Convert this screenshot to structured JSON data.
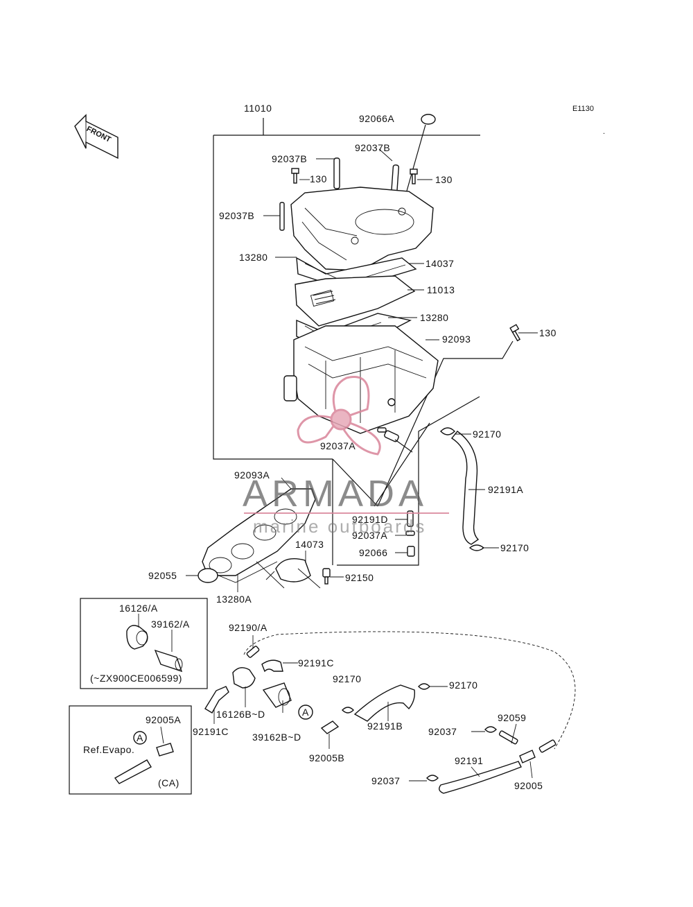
{
  "diagram_code": "E1130",
  "front_arrow_label": "FRONT",
  "watermark": {
    "brand": "ARMADA",
    "tagline": "marine outboards",
    "color": "#d9849a"
  },
  "part_labels": {
    "p11010": "11010",
    "p92066A": "92066A",
    "p92037B_top": "92037B",
    "p92037B_left": "92037B",
    "p92037B_mid": "92037B",
    "p130_a": "130",
    "p130_b": "130",
    "p130_c": "130",
    "p13280_a": "13280",
    "p14037": "14037",
    "p11013": "11013",
    "p13280_b": "13280",
    "p92093": "92093",
    "p92170_a": "92170",
    "p92037A_a": "92037A",
    "p92093A": "92093A",
    "p92191A": "92191A",
    "p92191D": "92191D",
    "p92037A_b": "92037A",
    "p92066": "92066",
    "p92170_b": "92170",
    "p14073": "14073",
    "p92150": "92150",
    "p92055": "92055",
    "p13280A": "13280A",
    "p92190A": "92190/A",
    "p92191C_a": "92191C",
    "p92170_c": "92170",
    "p92170_d": "92170",
    "p92191C_b": "92191C",
    "p16126BD": "16126B~D",
    "p39162BD": "39162B~D",
    "p92005B": "92005B",
    "p92191B": "92191B",
    "p92037_a": "92037",
    "p92059": "92059",
    "p92191": "92191",
    "p92037_b": "92037",
    "p92005": "92005",
    "circle_A_1": "A",
    "circle_A_2": "A"
  },
  "inset_1": {
    "label_16126A": "16126/A",
    "label_39162A": "39162/A",
    "note": "(~ZX900CE006599)"
  },
  "inset_2": {
    "label_92005A": "92005A",
    "ref_label": "Ref.Evapo.",
    "note": "(CA)"
  }
}
